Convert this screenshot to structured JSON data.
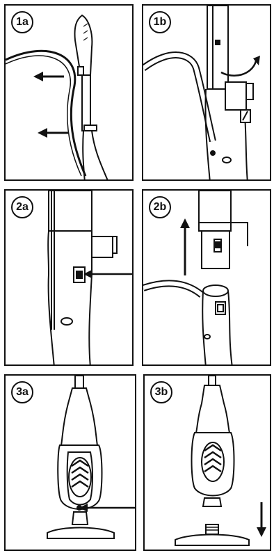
{
  "panels": [
    {
      "id": "1a",
      "label": "1a"
    },
    {
      "id": "1b",
      "label": "1b"
    },
    {
      "id": "2a",
      "label": "2a"
    },
    {
      "id": "2b",
      "label": "2b"
    },
    {
      "id": "3a",
      "label": "3a"
    },
    {
      "id": "3b",
      "label": "3b"
    }
  ],
  "colors": {
    "ink": "#111111",
    "paper": "#ffffff"
  }
}
